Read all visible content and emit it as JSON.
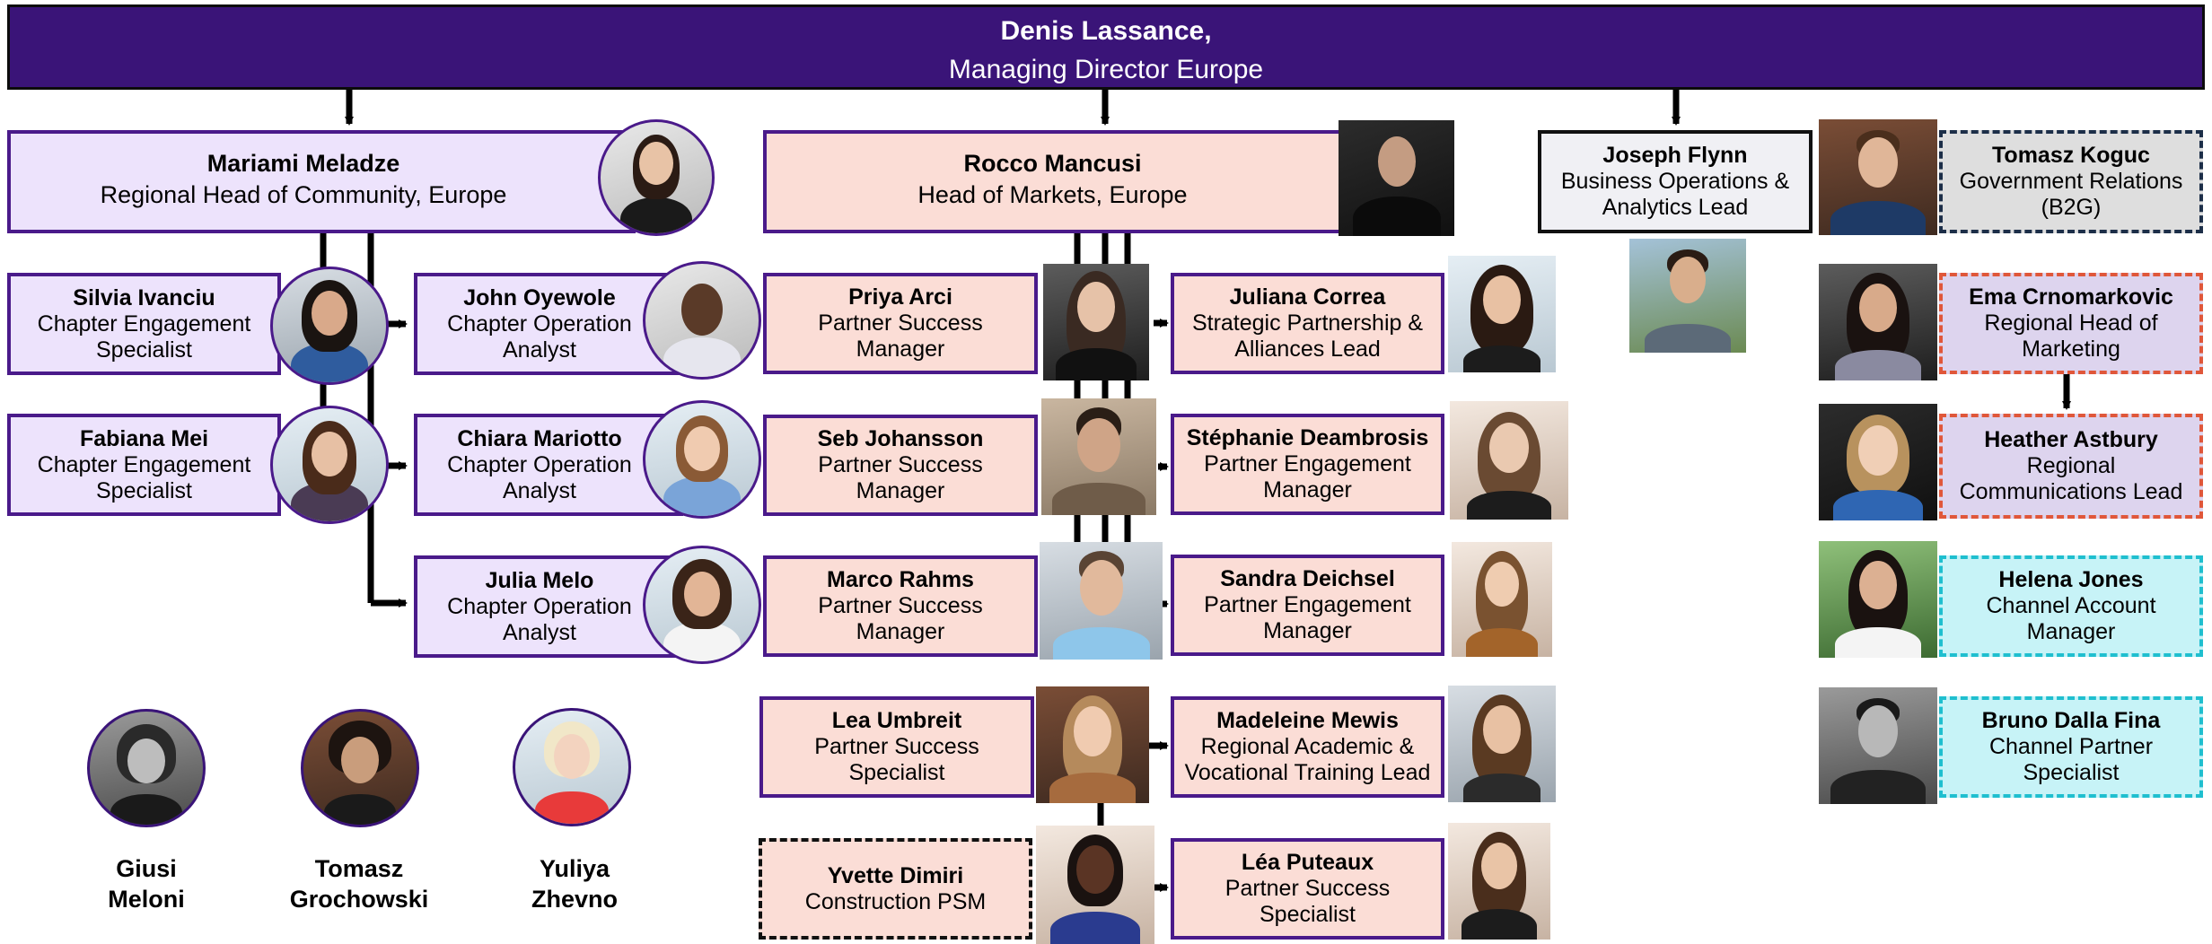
{
  "top": {
    "name": "Denis Lassance,",
    "role": "Managing Director Europe"
  },
  "community_head": {
    "name": "Mariami Meladze",
    "role": "Regional Head of Community, Europe"
  },
  "markets_head": {
    "name": "Rocco Mancusi",
    "role": "Head of Markets, Europe"
  },
  "ops_lead": {
    "name": "Joseph Flynn",
    "role_1": "Business Operations &",
    "role_2": "Analytics Lead"
  },
  "community_left": [
    {
      "name": "Silvia Ivanciu",
      "role_1": "Chapter Engagement",
      "role_2": "Specialist"
    },
    {
      "name": "Fabiana Mei",
      "role_1": "Chapter Engagement",
      "role_2": "Specialist"
    }
  ],
  "community_right": [
    {
      "name": "John Oyewole",
      "role_1": "Chapter Operation",
      "role_2": "Analyst"
    },
    {
      "name": "Chiara Mariotto",
      "role_1": "Chapter Operation",
      "role_2": "Analyst"
    },
    {
      "name": "Julia Melo",
      "role_1": "Chapter Operation",
      "role_2": "Analyst"
    }
  ],
  "unattached": [
    {
      "name_1": "Giusi",
      "name_2": "Meloni"
    },
    {
      "name_1": "Tomasz",
      "name_2": "Grochowski"
    },
    {
      "name_1": "Yuliya",
      "name_2": "Zhevno"
    }
  ],
  "markets_left": [
    {
      "name": "Priya Arci",
      "role_1": "Partner Success",
      "role_2": "Manager"
    },
    {
      "name": "Seb Johansson",
      "role_1": "Partner Success",
      "role_2": "Manager"
    },
    {
      "name": "Marco Rahms",
      "role_1": "Partner Success",
      "role_2": "Manager"
    },
    {
      "name": "Lea Umbreit",
      "role_1": "Partner Success",
      "role_2": "Specialist"
    },
    {
      "name": "Yvette Dimiri",
      "role_1": "Construction PSM"
    }
  ],
  "markets_right": [
    {
      "name": "Juliana Correa",
      "role_1": "Strategic Partnership &",
      "role_2": "Alliances Lead"
    },
    {
      "name": "Stéphanie Deambrosis",
      "role_1": "Partner Engagement",
      "role_2": "Manager"
    },
    {
      "name": "Sandra Deichsel",
      "role_1": "Partner Engagement",
      "role_2": "Manager"
    },
    {
      "name": "Madeleine Mewis",
      "role_1": "Regional Academic &",
      "role_2": "Vocational Training Lead"
    },
    {
      "name": "Léa Puteaux",
      "role_1": "Partner Success",
      "role_2": "Specialist"
    }
  ],
  "far_right": [
    {
      "name": "Tomasz Koguc",
      "role_1": "Government Relations",
      "role_2": "(B2G)"
    },
    {
      "name": "Ema Crnomarkovic",
      "role_1": "Regional Head of",
      "role_2": "Marketing"
    },
    {
      "name": "Heather Astbury",
      "role_1": "Regional",
      "role_2": "Communications Lead"
    },
    {
      "name": "Helena Jones",
      "role_1": "Channel Account",
      "role_2": "Manager"
    },
    {
      "name": "Bruno Dalla Fina",
      "role_1": "Channel Partner",
      "role_2": "Specialist"
    }
  ],
  "colors": {
    "header": "#3a1478",
    "community_fill": "#ede3fc",
    "markets_fill": "#fbddd6",
    "border_purple": "#4a1a8a",
    "dashed_navy": "#1c2e48",
    "dashed_orange": "#e0573a",
    "dashed_cyan": "#1fbfcf"
  }
}
